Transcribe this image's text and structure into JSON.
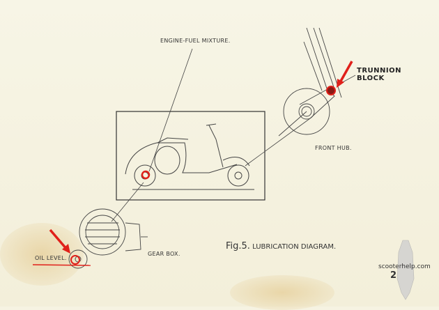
{
  "caption": {
    "fig": "Fig.5.",
    "title": "LUBRICATION DIAGRAM."
  },
  "labels": {
    "engine": "ENGINE-FUEL MIXTURE.",
    "trunnion_1": "TRUNNION",
    "trunnion_2": "BLOCK",
    "front_hub": "FRONT HUB.",
    "gear_box": "GEAR BOX.",
    "oil_level": "OIL LEVEL."
  },
  "watermark": "scooterhelp.com",
  "page_number": "2",
  "colors": {
    "highlight": "#e0201a",
    "ink": "#333333",
    "paper": "#f6f3e2"
  }
}
